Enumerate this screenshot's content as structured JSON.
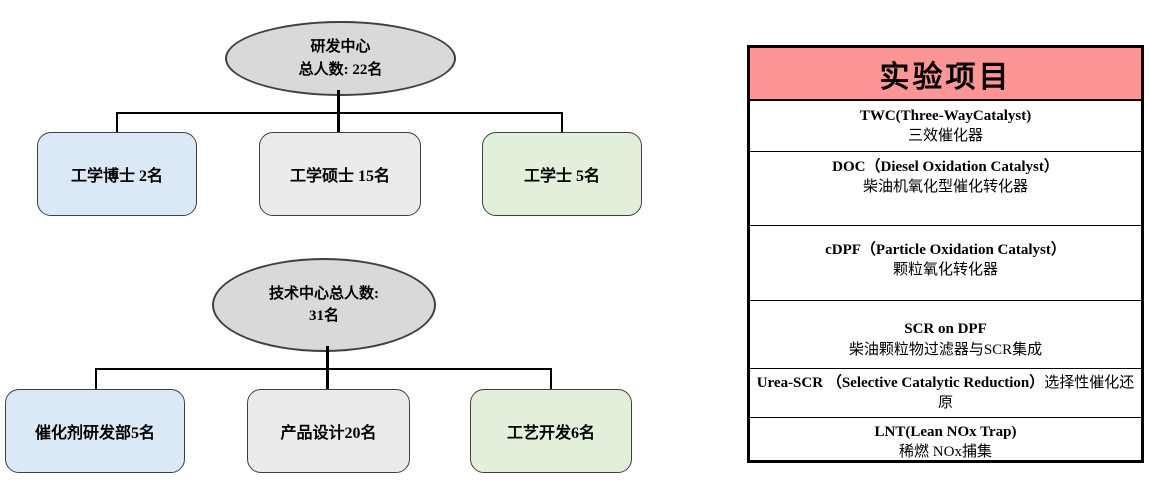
{
  "colors": {
    "ellipse_fill": "#d9d9d9",
    "box_blue": "#dbe9f6",
    "box_gray": "#ebebeb",
    "box_green": "#e2efda",
    "table_header_pink": "#fc9596"
  },
  "org_charts": [
    {
      "root": {
        "line1": "研发中心",
        "line2": "总人数: 22名"
      },
      "children": [
        {
          "label": "工学博士 2名",
          "color": "#dbe9f6"
        },
        {
          "label": "工学硕士 15名",
          "color": "#ebebeb"
        },
        {
          "label": "工学士 5名",
          "color": "#e2efda"
        }
      ]
    },
    {
      "root": {
        "line1": "技术中心总人数:",
        "line2": "31名"
      },
      "children": [
        {
          "label": "催化剂研发部5名",
          "color": "#dbe9f6"
        },
        {
          "label": "产品设计20名",
          "color": "#ebebeb"
        },
        {
          "label": "工艺开发6名",
          "color": "#e2efda"
        }
      ]
    }
  ],
  "table": {
    "title": "实验项目",
    "header_color": "#fc9596",
    "rows": [
      {
        "en": "TWC(Three-WayCatalyst)",
        "zh": "三效催化器"
      },
      {
        "en": "DOC（Diesel Oxidation Catalyst）",
        "zh": "柴油机氧化型催化转化器"
      },
      {
        "en": "cDPF（Particle Oxidation Catalyst）",
        "zh": "颗粒氧化转化器"
      },
      {
        "en": "SCR on DPF",
        "zh": "柴油颗粒物过滤器与SCR集成"
      },
      {
        "en": "Urea-SCR （Selective Catalytic Reduction）",
        "zh": "选择性催化还原"
      },
      {
        "en": "LNT(Lean NOx Trap)",
        "zh": "稀燃 NOx捕集"
      }
    ]
  }
}
